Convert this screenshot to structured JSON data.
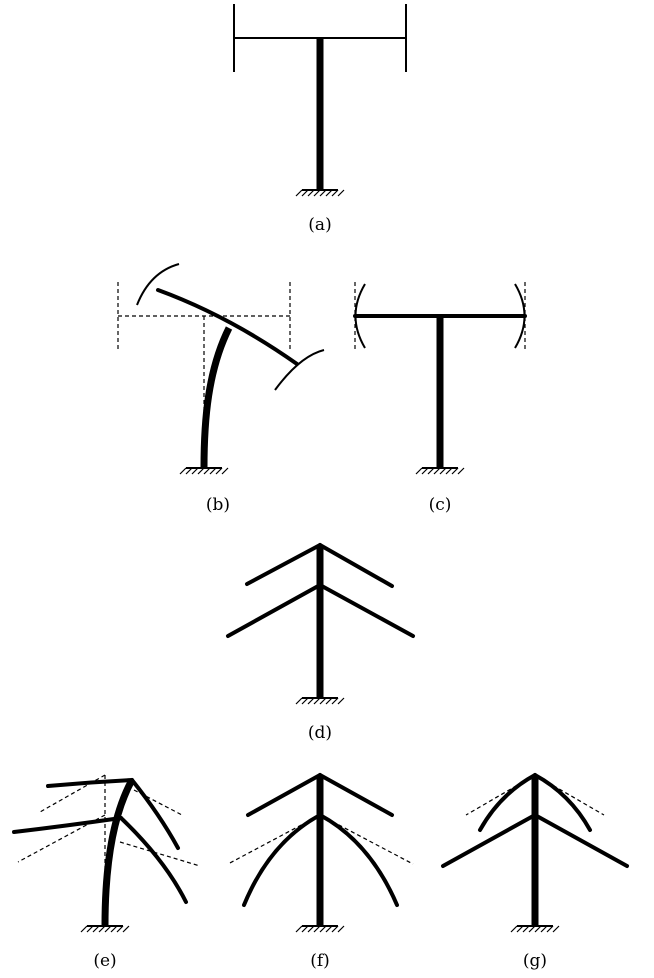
{
  "diagram": {
    "colors": {
      "ink": "#000000",
      "background": "#ffffff"
    },
    "panels": [
      {
        "id": "a",
        "caption": "(a)"
      },
      {
        "id": "b",
        "caption": "(b)"
      },
      {
        "id": "c",
        "caption": "(c)"
      },
      {
        "id": "d",
        "caption": "(d)"
      },
      {
        "id": "e",
        "caption": "(e)"
      },
      {
        "id": "f",
        "caption": "(f)"
      },
      {
        "id": "g",
        "caption": "(g)"
      }
    ]
  }
}
